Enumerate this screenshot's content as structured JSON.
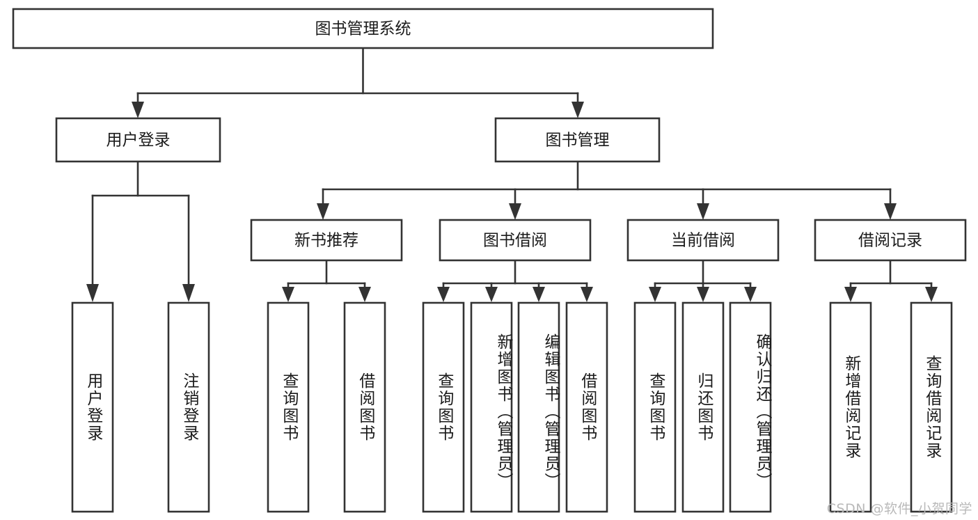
{
  "diagram": {
    "title": "图书管理系统",
    "type": "tree-hierarchy",
    "watermark": "CSDN @软件_小贺同学",
    "colors": {
      "stroke": "#333333",
      "fill": "#ffffff",
      "text": "#1a1a1a",
      "watermark": "#b9b9b9",
      "background": "#ffffff"
    },
    "levels": {
      "root": "图书管理系统",
      "level2": [
        "用户登录",
        "图书管理"
      ],
      "level3": [
        "新书推荐",
        "图书借阅",
        "当前借阅",
        "借阅记录"
      ],
      "level4": [
        "用户登录",
        "注销登录",
        "查询图书",
        "借阅图书",
        "查询图书",
        "新增图书（管理员）",
        "编辑图书（管理员）",
        "借阅图书",
        "查询图书",
        "归还图书",
        "确认归还（管理员）",
        "新增借阅记录",
        "查询借阅记录"
      ]
    }
  },
  "nodes": {
    "root": {
      "label": "图书管理系统"
    },
    "user_login": {
      "label": "用户登录"
    },
    "book_manage": {
      "label": "图书管理"
    },
    "new_book_rec": {
      "label": "新书推荐"
    },
    "book_borrow": {
      "label": "图书借阅"
    },
    "current_borrow": {
      "label": "当前借阅"
    },
    "borrow_record": {
      "label": "借阅记录"
    },
    "leaf_user_login": {
      "label": "用户登录"
    },
    "leaf_logout": {
      "label": "注销登录"
    },
    "leaf_query_book_1": {
      "label": "查询图书"
    },
    "leaf_borrow_book_1": {
      "label": "借阅图书"
    },
    "leaf_query_book_2": {
      "label": "查询图书"
    },
    "leaf_add_book": {
      "label": "新增图书（管理员）"
    },
    "leaf_edit_book": {
      "label": "编辑图书（管理员）"
    },
    "leaf_borrow_book_2": {
      "label": "借阅图书"
    },
    "leaf_query_book_3": {
      "label": "查询图书"
    },
    "leaf_return_book": {
      "label": "归还图书"
    },
    "leaf_confirm_return": {
      "label": "确认归还（管理员）"
    },
    "leaf_add_record": {
      "label": "新增借阅记录"
    },
    "leaf_query_record": {
      "label": "查询借阅记录"
    }
  }
}
